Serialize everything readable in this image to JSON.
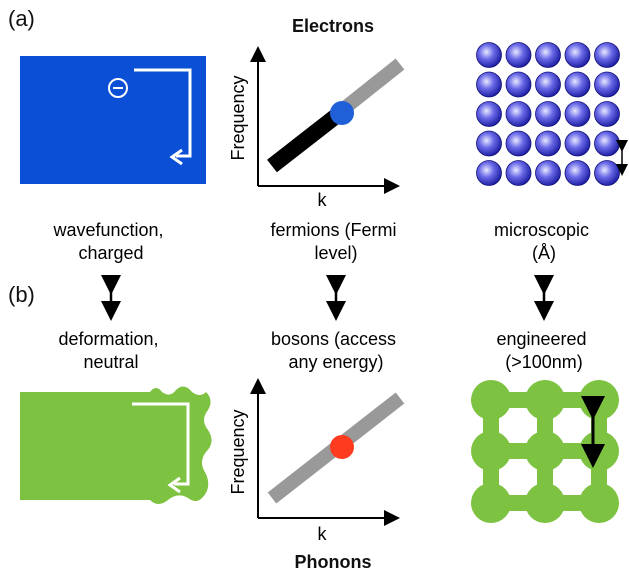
{
  "panels": {
    "a": {
      "label": "(a)",
      "title": "Electrons"
    },
    "b": {
      "label": "(b)",
      "title": "Phonons"
    }
  },
  "plot": {
    "xlabel": "k",
    "ylabel": "Frequency"
  },
  "descriptions": {
    "top": [
      "wavefunction,\ncharged",
      "fermions (Fermi\nlevel)",
      "microscopic\n(Å)"
    ],
    "bottom": [
      "deformation,\nneutral",
      "bosons (access\nany energy)",
      "engineered\n(>100nm)"
    ]
  },
  "charge_symbol": "⊝",
  "colors": {
    "electron_blue": "#0a4fd6",
    "phonon_green": "#7dc240",
    "dispersion_gray": "#999999",
    "filled_band": "#000000",
    "electron_dot": "#1f5fd8",
    "phonon_dot": "#ff3b1f",
    "sphere_blue": "#3a3ad0"
  }
}
